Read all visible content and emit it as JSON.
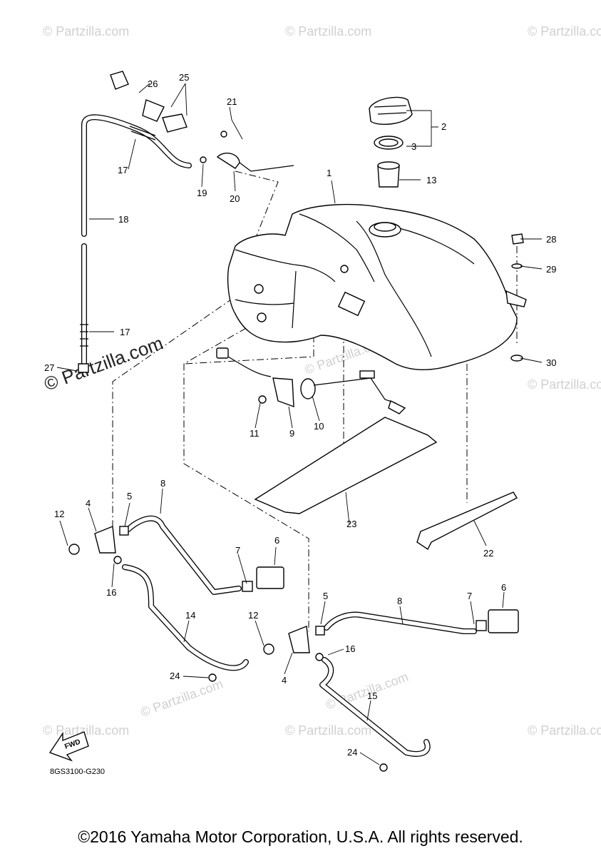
{
  "watermark": {
    "text": "© Partzilla.com"
  },
  "diagram_code": "8GS3100-G230",
  "fwd_label": "FWD",
  "copyright": "©2016 Yamaha Motor Corporation, U.S.A. All rights reserved.",
  "callouts": [
    {
      "label": "1"
    },
    {
      "label": "2"
    },
    {
      "label": "3"
    },
    {
      "label": "4"
    },
    {
      "label": "4"
    },
    {
      "label": "5"
    },
    {
      "label": "5"
    },
    {
      "label": "6"
    },
    {
      "label": "6"
    },
    {
      "label": "7"
    },
    {
      "label": "7"
    },
    {
      "label": "8"
    },
    {
      "label": "8"
    },
    {
      "label": "9"
    },
    {
      "label": "10"
    },
    {
      "label": "11"
    },
    {
      "label": "12"
    },
    {
      "label": "12"
    },
    {
      "label": "13"
    },
    {
      "label": "14"
    },
    {
      "label": "15"
    },
    {
      "label": "16"
    },
    {
      "label": "16"
    },
    {
      "label": "17"
    },
    {
      "label": "17"
    },
    {
      "label": "18"
    },
    {
      "label": "19"
    },
    {
      "label": "20"
    },
    {
      "label": "21"
    },
    {
      "label": "22"
    },
    {
      "label": "23"
    },
    {
      "label": "24"
    },
    {
      "label": "24"
    },
    {
      "label": "25"
    },
    {
      "label": "26"
    },
    {
      "label": "27"
    },
    {
      "label": "28"
    },
    {
      "label": "29"
    },
    {
      "label": "30"
    }
  ]
}
